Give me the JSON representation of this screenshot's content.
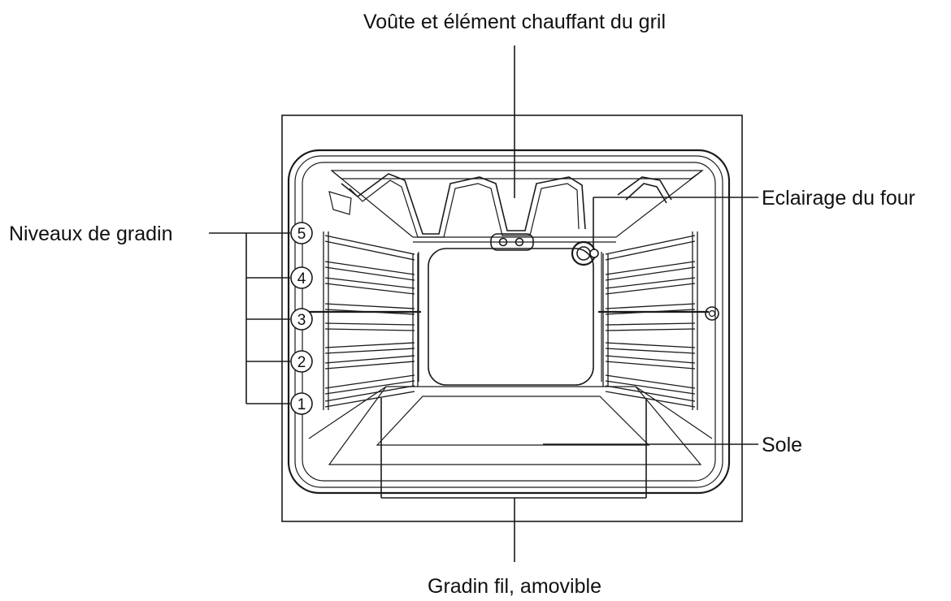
{
  "labels": {
    "top": "Voûte et élément chauffant du gril",
    "light": "Eclairage du four",
    "levels": "Niveaux de gradin",
    "floor": "Sole",
    "rack": "Gradin fil, amovible"
  },
  "levels": [
    "5",
    "4",
    "3",
    "2",
    "1"
  ]
}
